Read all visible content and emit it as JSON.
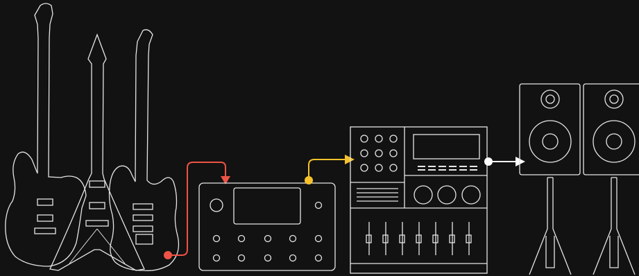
{
  "colors": {
    "background": "#121212",
    "line": "#e6e6e6",
    "cable_red": "#ef5347",
    "cable_yellow": "#f6c22b",
    "cable_white": "#ffffff"
  },
  "components": [
    {
      "name": "electric-guitar-icon"
    },
    {
      "name": "flying-v-guitar-icon"
    },
    {
      "name": "stratocaster-guitar-icon"
    },
    {
      "name": "multi-effects-processor-icon"
    },
    {
      "name": "mixing-console-icon"
    },
    {
      "name": "studio-monitor-speaker-icon"
    },
    {
      "name": "studio-monitor-speaker-icon"
    }
  ],
  "connections": [
    {
      "from": "guitars",
      "to": "multi-effects-processor",
      "color": "cable_red"
    },
    {
      "from": "multi-effects-processor",
      "to": "mixing-console",
      "color": "cable_yellow"
    },
    {
      "from": "mixing-console",
      "to": "speakers",
      "color": "cable_white"
    }
  ]
}
